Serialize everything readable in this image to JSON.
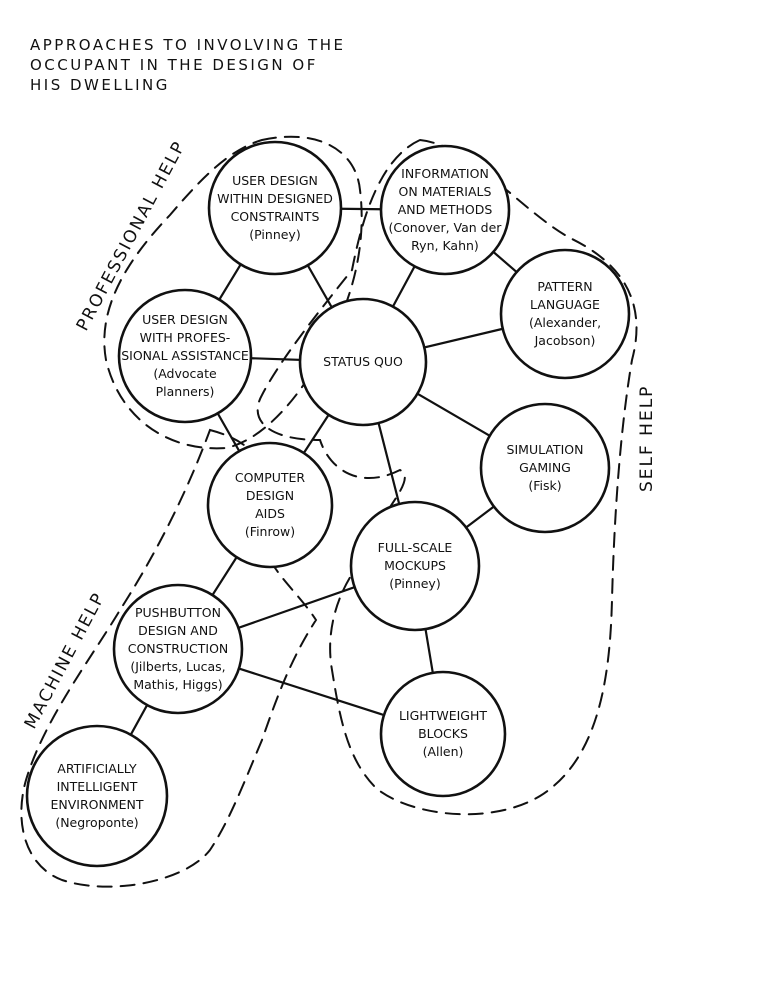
{
  "title": {
    "lines": [
      "APPROACHES TO INVOLVING THE",
      "OCCUPANT IN THE DESIGN OF",
      "HIS DWELLING"
    ]
  },
  "groups": {
    "professional": "PROFESSIONAL HELP",
    "self": "SELF HELP",
    "machine": "MACHINE HELP"
  },
  "nodes": {
    "user_design_constraints": [
      "USER DESIGN",
      "WITHIN DESIGNED",
      "CONSTRAINTS",
      "(Pinney)"
    ],
    "information_materials": [
      "INFORMATION",
      "ON MATERIALS",
      "AND METHODS",
      "(Conover, Van der",
      "Ryn, Kahn)"
    ],
    "pattern_language": [
      "PATTERN",
      "LANGUAGE",
      "(Alexander,",
      "Jacobson)"
    ],
    "user_design_professional": [
      "USER DESIGN",
      "WITH PROFES-",
      "SIONAL ASSISTANCE",
      "(Advocate",
      "Planners)"
    ],
    "status_quo": [
      "STATUS QUO"
    ],
    "simulation_gaming": [
      "SIMULATION",
      "GAMING",
      "(Fisk)"
    ],
    "computer_design_aids": [
      "COMPUTER",
      "DESIGN",
      "AIDS",
      "(Finrow)"
    ],
    "full_scale_mockups": [
      "FULL-SCALE",
      "MOCKUPS",
      "(Pinney)"
    ],
    "pushbutton": [
      "PUSHBUTTON",
      "DESIGN AND",
      "CONSTRUCTION",
      "(Jilberts, Lucas,",
      "Mathis, Higgs)"
    ],
    "lightweight_blocks": [
      "LIGHTWEIGHT",
      "BLOCKS",
      "(Allen)"
    ],
    "artificially_intelligent": [
      "ARTIFICIALLY",
      "INTELLIGENT",
      "ENVIRONMENT",
      "(Negroponte)"
    ]
  },
  "edges": [
    [
      "user_design_constraints",
      "information_materials"
    ],
    [
      "user_design_constraints",
      "user_design_professional"
    ],
    [
      "user_design_constraints",
      "status_quo"
    ],
    [
      "information_materials",
      "status_quo"
    ],
    [
      "information_materials",
      "pattern_language"
    ],
    [
      "user_design_professional",
      "status_quo"
    ],
    [
      "user_design_professional",
      "computer_design_aids"
    ],
    [
      "pattern_language",
      "status_quo"
    ],
    [
      "status_quo",
      "computer_design_aids"
    ],
    [
      "status_quo",
      "simulation_gaming"
    ],
    [
      "status_quo",
      "full_scale_mockups"
    ],
    [
      "simulation_gaming",
      "full_scale_mockups"
    ],
    [
      "computer_design_aids",
      "pushbutton"
    ],
    [
      "full_scale_mockups",
      "pushbutton"
    ],
    [
      "full_scale_mockups",
      "lightweight_blocks"
    ],
    [
      "pushbutton",
      "lightweight_blocks"
    ],
    [
      "pushbutton",
      "artificially_intelligent"
    ]
  ]
}
